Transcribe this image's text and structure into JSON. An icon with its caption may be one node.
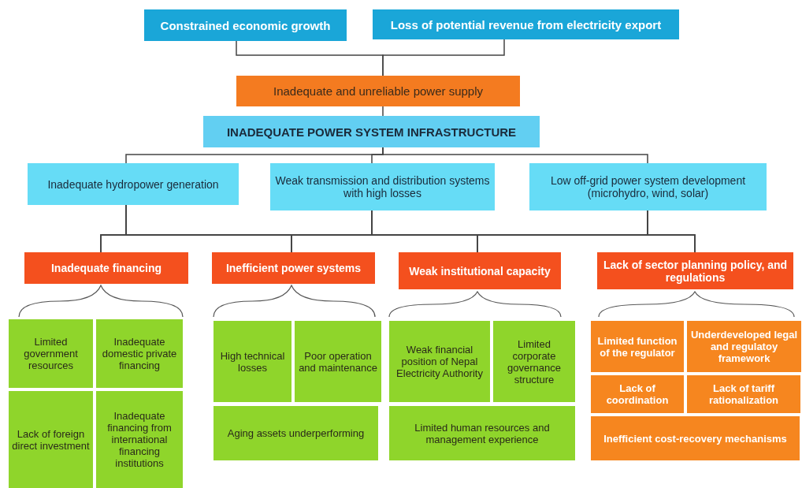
{
  "diagram": {
    "nodes": [
      {
        "text": [
          "Constrained economic growth"
        ]
      },
      {
        "text": [
          "Loss of potential revenue from electricity export"
        ]
      },
      {
        "text": [
          "Inadequate and unreliable power supply"
        ]
      },
      {
        "text": [
          "INADEQUATE POWER SYSTEM INFRASTRUCTURE"
        ]
      },
      {
        "text": [
          "Inadequate hydropower generation"
        ]
      },
      {
        "text": [
          "Weak transmission and distribution systems with high losses"
        ]
      },
      {
        "text": [
          "Low off-grid power system development (microhydro, wind, solar)"
        ]
      },
      {
        "text": [
          "Inadequate financing"
        ]
      },
      {
        "text": [
          "Inefficient power systems"
        ]
      },
      {
        "text": [
          "Weak institutional capacity"
        ]
      },
      {
        "text": [
          "Lack of sector planning policy, and regulations"
        ]
      },
      {
        "text": [
          "Limited government resources"
        ]
      },
      {
        "text": [
          "Inadequate domestic private financing"
        ]
      },
      {
        "text": [
          "Lack of foreign direct investment"
        ]
      },
      {
        "text": [
          "Inadequate financing from international financing institutions"
        ]
      },
      {
        "text": [
          "High technical losses"
        ]
      },
      {
        "text": [
          "Poor operation and maintenance"
        ]
      },
      {
        "text": [
          "Aging assets underperforming"
        ]
      },
      {
        "text": [
          "Weak financial position of Nepal Electricity Authority"
        ]
      },
      {
        "text": [
          "Limited corporate governance structure"
        ]
      },
      {
        "text": [
          "Limited human resources and management experience"
        ]
      },
      {
        "text": [
          "Limited function of the regulator"
        ]
      },
      {
        "text": [
          "Underdeveloped legal and regulatoy framework"
        ]
      },
      {
        "text": [
          "Lack of coordination"
        ]
      },
      {
        "text": [
          "Lack of tariff rationalization"
        ]
      },
      {
        "text": [
          "Inefficient cost-recovery mechanisms"
        ]
      }
    ],
    "edges": [
      {
        "from": 0,
        "to": 2,
        "arrow": "none"
      },
      {
        "from": 1,
        "to": 2,
        "arrow": "none"
      },
      {
        "from": 2,
        "to": 3,
        "arrow": "none"
      },
      {
        "from": 3,
        "to": 4,
        "arrow": "none"
      },
      {
        "from": 3,
        "to": 5,
        "arrow": "none"
      },
      {
        "from": 3,
        "to": 6,
        "arrow": "none"
      },
      {
        "from": 4,
        "to": 7,
        "arrow": "none"
      },
      {
        "from": 4,
        "to": 8,
        "arrow": "none"
      },
      {
        "from": 4,
        "to": 9,
        "arrow": "none"
      },
      {
        "from": 4,
        "to": 10,
        "arrow": "none"
      },
      {
        "from": 5,
        "to": 7,
        "arrow": "none"
      },
      {
        "from": 5,
        "to": 8,
        "arrow": "none"
      },
      {
        "from": 5,
        "to": 9,
        "arrow": "none"
      },
      {
        "from": 5,
        "to": 10,
        "arrow": "none"
      },
      {
        "from": 6,
        "to": 7,
        "arrow": "none"
      },
      {
        "from": 6,
        "to": 8,
        "arrow": "none"
      },
      {
        "from": 6,
        "to": 9,
        "arrow": "none"
      },
      {
        "from": 6,
        "to": 10,
        "arrow": "none"
      }
    ]
  }
}
